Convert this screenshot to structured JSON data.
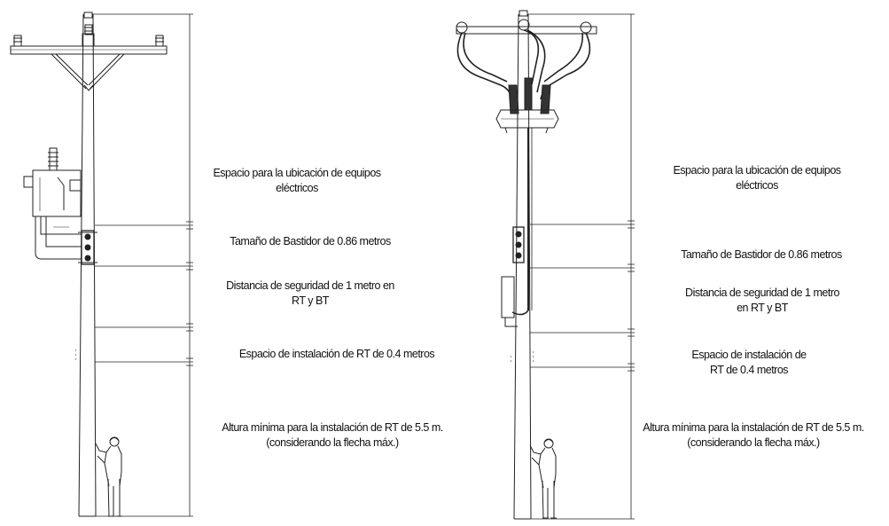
{
  "left_panel": {
    "labels": {
      "equipment_space": [
        "Espacio para la ubicación de equipos",
        "eléctricos"
      ],
      "rack_size": [
        "Tamaño de Bastidor de 0.86 metros"
      ],
      "safety_distance": [
        "Distancia de seguridad de 1 metro en",
        "RT y BT"
      ],
      "rt_install_space": [
        "Espacio de instalación de RT de 0.4 metros"
      ],
      "min_height": [
        "Altura mínima para la instalación de RT de 5.5 m.",
        "(considerando la flecha máx.)"
      ]
    }
  },
  "right_panel": {
    "labels": {
      "equipment_space": [
        "Espacio para la ubicación de equipos",
        "eléctricos"
      ],
      "rack_size": [
        "Tamaño de Bastidor de 0.86 metros"
      ],
      "safety_distance": [
        "Distancia de seguridad de 1 metro",
        "en RT y BT"
      ],
      "rt_install_space": [
        "Espacio de instalación de",
        "RT de 0.4 metros"
      ],
      "min_height": [
        "Altura mínima para la instalación de RT de 5.5 m.",
        "(considerando la flecha máx.)"
      ]
    }
  }
}
